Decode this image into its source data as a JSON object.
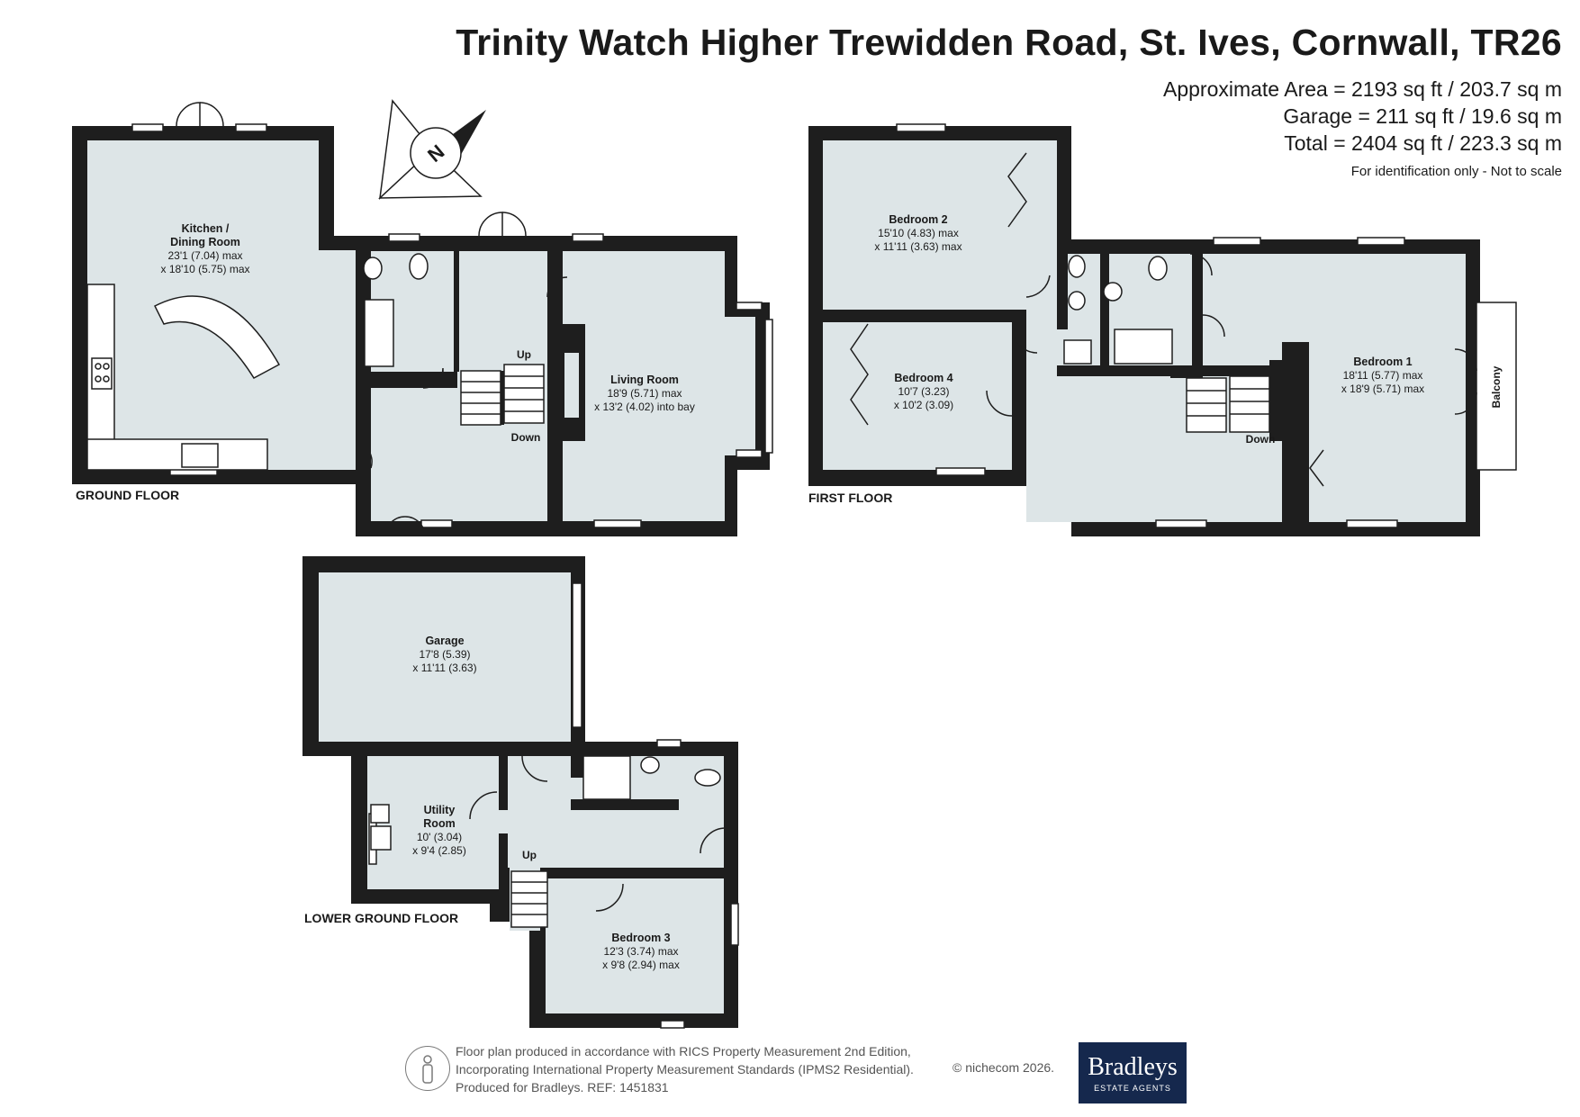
{
  "header": {
    "title": "Trinity Watch Higher Trewidden Road, St. Ives, Cornwall, TR26",
    "area_approx": "Approximate Area = 2193 sq ft / 203.7 sq m",
    "area_garage": "Garage = 211 sq ft / 19.6 sq m",
    "area_total": "Total = 2404 sq ft / 223.3 sq m",
    "disclaimer": "For identification only - Not to scale"
  },
  "floors": {
    "ground": {
      "label": "GROUND FLOOR",
      "kitchen": {
        "name1": "Kitchen /",
        "name2": "Dining Room",
        "dim1": "23'1 (7.04) max",
        "dim2": "x 18'10 (5.75) max"
      },
      "living": {
        "name": "Living Room",
        "dim1": "18'9 (5.71) max",
        "dim2": "x 13'2 (4.02) into bay"
      },
      "stairs_up": "Up",
      "stairs_down": "Down"
    },
    "first": {
      "label": "FIRST FLOOR",
      "bedroom2": {
        "name": "Bedroom 2",
        "dim1": "15'10 (4.83) max",
        "dim2": "x 11'11 (3.63) max"
      },
      "bedroom4": {
        "name": "Bedroom 4",
        "dim1": "10'7 (3.23)",
        "dim2": "x 10'2 (3.09)"
      },
      "bedroom1": {
        "name": "Bedroom 1",
        "dim1": "18'11 (5.77) max",
        "dim2": "x 18'9 (5.71) max"
      },
      "balcony": "Balcony",
      "stairs_down": "Down"
    },
    "lower": {
      "label": "LOWER GROUND FLOOR",
      "garage": {
        "name": "Garage",
        "dim1": "17'8 (5.39)",
        "dim2": "x 11'11 (3.63)"
      },
      "utility": {
        "name1": "Utility",
        "name2": "Room",
        "dim1": "10' (3.04)",
        "dim2": "x 9'4 (2.85)"
      },
      "bedroom3": {
        "name": "Bedroom 3",
        "dim1": "12'3 (3.74) max",
        "dim2": "x 9'8 (2.94) max"
      },
      "stairs_up": "Up"
    }
  },
  "compass": {
    "label": "N"
  },
  "footer": {
    "line1": "Floor plan produced in accordance with RICS Property Measurement 2nd Edition,",
    "line2": "Incorporating International Property Measurement Standards (IPMS2 Residential).",
    "line3": "Produced for Bradleys.   REF: 1451831",
    "copyright": "© nichecom 2026.",
    "brand_name": "Bradleys",
    "brand_sub": "ESTATE AGENTS"
  }
}
